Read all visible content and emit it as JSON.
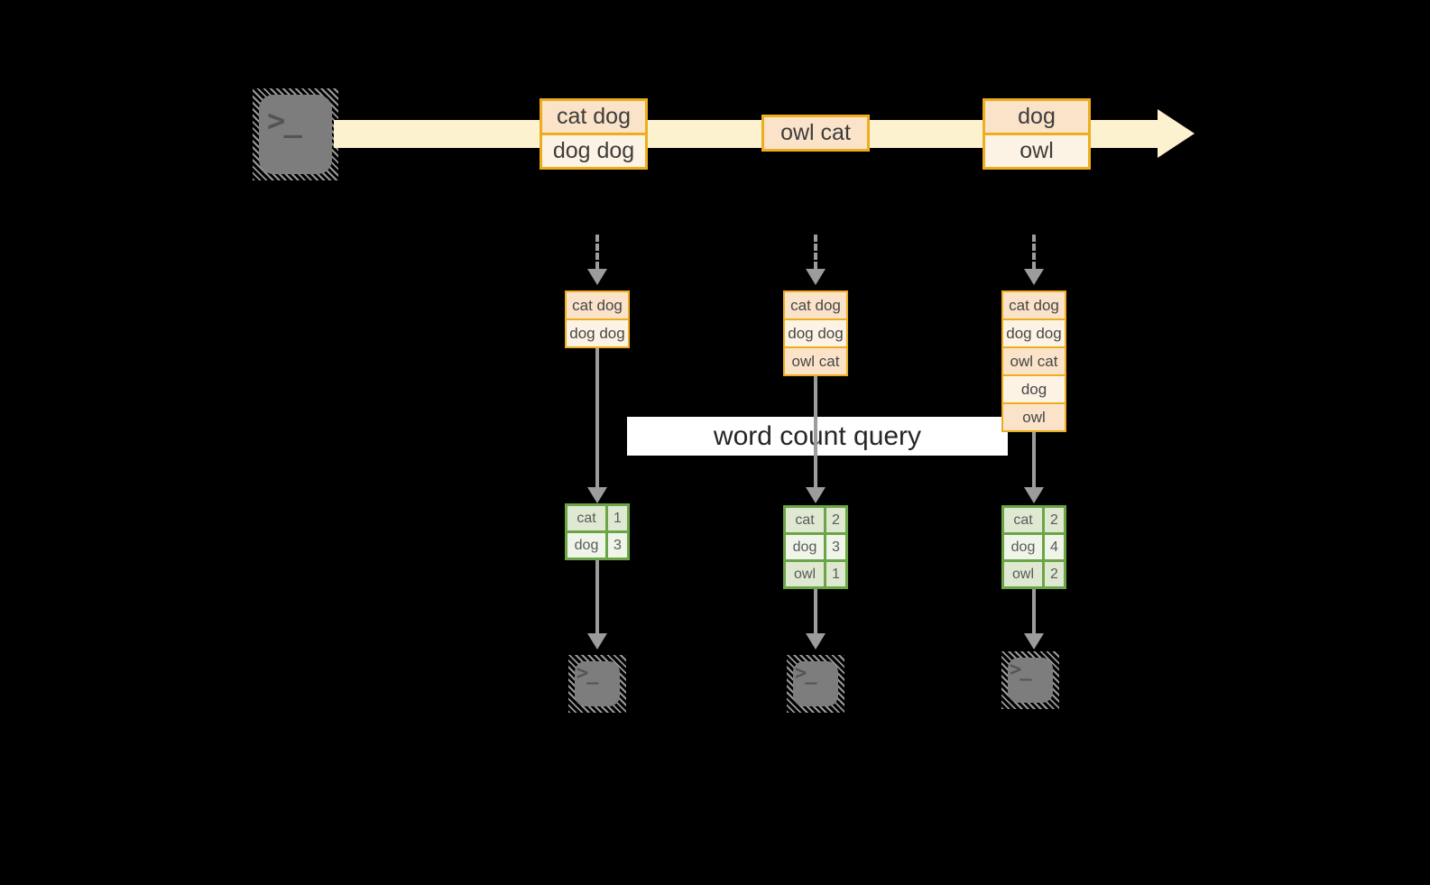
{
  "query": {
    "label": "word count query"
  },
  "terminal_glyph": ">_",
  "stream": {
    "batches": [
      {
        "rows": [
          "cat dog",
          "dog dog"
        ]
      },
      {
        "rows": [
          "owl cat"
        ]
      },
      {
        "rows": [
          "dog",
          "owl"
        ]
      }
    ]
  },
  "states": [
    {
      "rows": [
        "cat dog",
        "dog dog"
      ]
    },
    {
      "rows": [
        "cat dog",
        "dog dog",
        "owl cat"
      ]
    },
    {
      "rows": [
        "cat dog",
        "dog dog",
        "owl cat",
        "dog",
        "owl"
      ]
    }
  ],
  "counts": [
    {
      "rows": [
        {
          "word": "cat",
          "count": "1"
        },
        {
          "word": "dog",
          "count": "3"
        }
      ]
    },
    {
      "rows": [
        {
          "word": "cat",
          "count": "2"
        },
        {
          "word": "dog",
          "count": "3"
        },
        {
          "word": "owl",
          "count": "1"
        }
      ]
    },
    {
      "rows": [
        {
          "word": "cat",
          "count": "2"
        },
        {
          "word": "dog",
          "count": "4"
        },
        {
          "word": "owl",
          "count": "2"
        }
      ]
    }
  ],
  "colors": {
    "stream_band": "#fcf2cf",
    "cell_peach": "#fae3c9",
    "cell_cream": "#fdf3e4",
    "accent_orange": "#eead1e",
    "table_green_border": "#6ba547",
    "table_cell_sage": "#dfe9d2",
    "table_cell_light": "#f0f5ea",
    "arrow_gray": "#9c9c9c",
    "terminal_gray": "#7d7d7d",
    "label_bg": "#ffffff"
  }
}
